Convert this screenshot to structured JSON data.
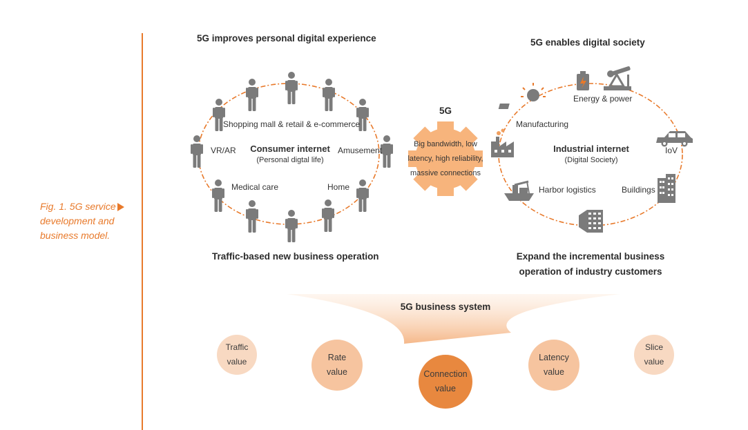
{
  "caption": "Fig. 1. 5G service development and business model.",
  "left": {
    "heading": "5G improves personal digital experience",
    "center_title": "Consumer internet",
    "center_subtitle": "(Personal digtal life)",
    "labels": {
      "shopping": "Shopping mall & retail & e-commerce",
      "vrar": "VR/AR",
      "amusement": "Amusement",
      "medical": "Medical care",
      "home": "Home"
    },
    "footer": "Traffic-based new business operation"
  },
  "center": {
    "title": "5G",
    "line1": "Big bandwidth, low",
    "line2": "latency, high reliability,",
    "line3": "massive connections"
  },
  "right": {
    "heading": "5G enables digital society",
    "center_title": "Industrial internet",
    "center_subtitle": "(Digital Society)",
    "labels": {
      "energy": "Energy & power",
      "manufacturing": "Manufacturing",
      "iov": "IoV",
      "harbor": "Harbor logistics",
      "buildings": "Buildings"
    },
    "footer_line1": "Expand the incremental business",
    "footer_line2": "operation of industry customers"
  },
  "business_system": {
    "title": "5G business system",
    "values": [
      {
        "line1": "Traffic",
        "line2": "value"
      },
      {
        "line1": "Rate",
        "line2": "value"
      },
      {
        "line1": "Connection",
        "line2": "value"
      },
      {
        "line1": "Latency",
        "line2": "value"
      },
      {
        "line1": "Slice",
        "line2": "value"
      }
    ]
  },
  "colors": {
    "accent": "#e8792a",
    "icon_gray": "#7b7b7b",
    "circle_light": "#f8d9c2",
    "circle_mid": "#f6c49f",
    "circle_strong": "#e8883f",
    "gear": "#f7b47c"
  }
}
